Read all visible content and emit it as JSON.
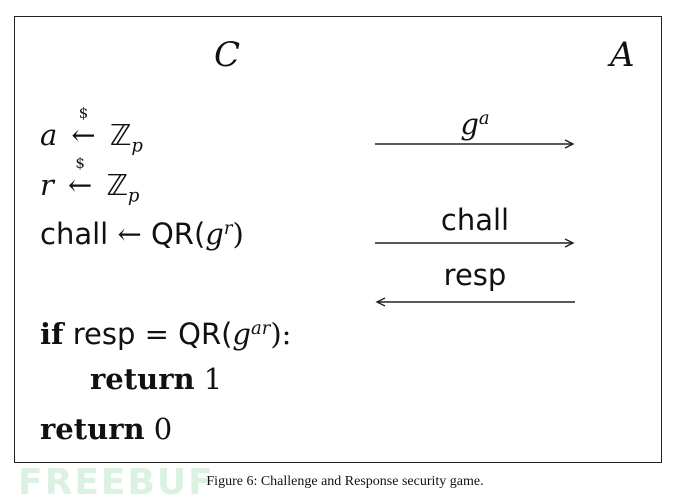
{
  "parties": {
    "challenger": "C",
    "adversary": "A"
  },
  "lines": {
    "a_var": "a",
    "sample_symbol": "$",
    "sample_arrow": "←",
    "group": "ℤ",
    "group_sub": "p",
    "r_var": "r",
    "chall_var": "chall",
    "assign_arrow": "←",
    "qr_fn": "QR(",
    "g": "g",
    "r_exp": "r",
    "close_paren": ")",
    "if_kw": "if",
    "resp_var": "resp",
    "equals": "=",
    "ar_exp": "ar",
    "close_colon": "):",
    "return_kw": "return",
    "one": "1",
    "zero": "0"
  },
  "messages": {
    "msg1_base": "g",
    "msg1_exp": "a",
    "msg2": "chall",
    "msg3": "resp"
  },
  "caption": "Figure 6: Challenge and Response security game.",
  "watermark": "FREEBUF",
  "colors": {
    "ink": "#111111",
    "frame": "#222222",
    "watermark": "#b9e5c6"
  }
}
